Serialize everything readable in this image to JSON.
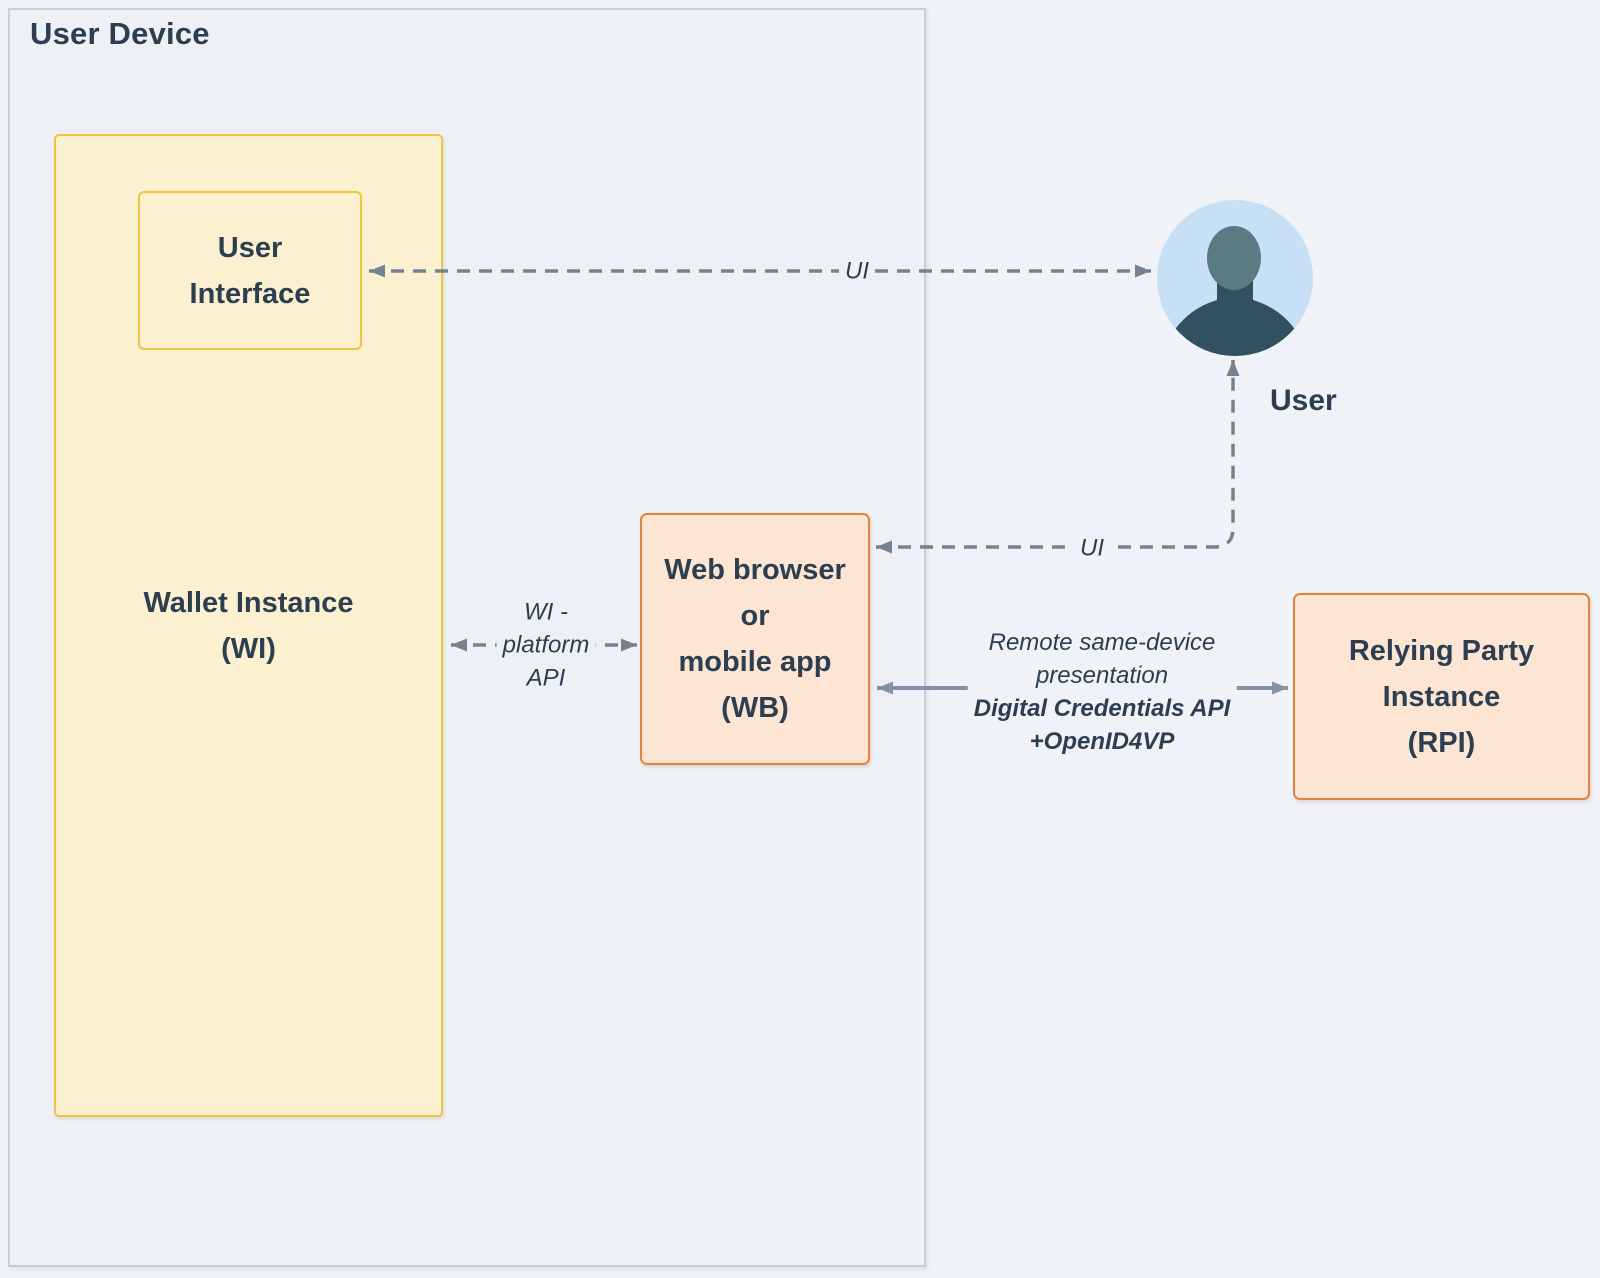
{
  "user_device": {
    "title": "User Device"
  },
  "nodes": {
    "wallet_instance": {
      "lines": [
        "Wallet Instance",
        "(WI)"
      ]
    },
    "user_interface": {
      "lines": [
        "User",
        "Interface"
      ]
    },
    "web_browser": {
      "lines": [
        "Web browser",
        "or",
        "mobile app",
        "(WB)"
      ]
    },
    "relying_party": {
      "lines": [
        "Relying Party",
        "Instance",
        "(RPI)"
      ]
    },
    "user": {
      "label": "User"
    }
  },
  "edges": {
    "ui_top": {
      "label": "UI",
      "style": "dashed-double-arrow",
      "from": "User Interface",
      "to": "User"
    },
    "ui_bottom": {
      "label": "UI",
      "style": "dashed-double-arrow",
      "from": "Web browser or mobile app (WB)",
      "to": "User"
    },
    "wi_platform_api": {
      "lines": [
        "WI -",
        "platform",
        "API"
      ],
      "style": "dashed-double-arrow",
      "from": "Wallet Instance (WI)",
      "to": "Web browser or mobile app (WB)"
    },
    "presentation": {
      "lines_regular": [
        "Remote same-device",
        "presentation"
      ],
      "lines_bold": [
        "Digital Credentials API",
        "+OpenID4VP"
      ],
      "style": "solid-double-arrow",
      "from": "Web browser or mobile app (WB)",
      "to": "Relying Party Instance (RPI)"
    }
  },
  "colors": {
    "page_bg": "#eff2f7",
    "container_bg": "#edf1f6",
    "container_border": "#c7ced6",
    "yellow_fill": "#fbf0d0",
    "yellow_border": "#eec53f",
    "orange_fill": "#fce5d3",
    "orange_border": "#e2823e",
    "text": "#2d3e50",
    "dashed_line": "#76828f",
    "solid_line": "#8493a3",
    "avatar_bg": "#c7e0f6",
    "avatar_head": "#5a7a84",
    "avatar_body": "#315060"
  }
}
